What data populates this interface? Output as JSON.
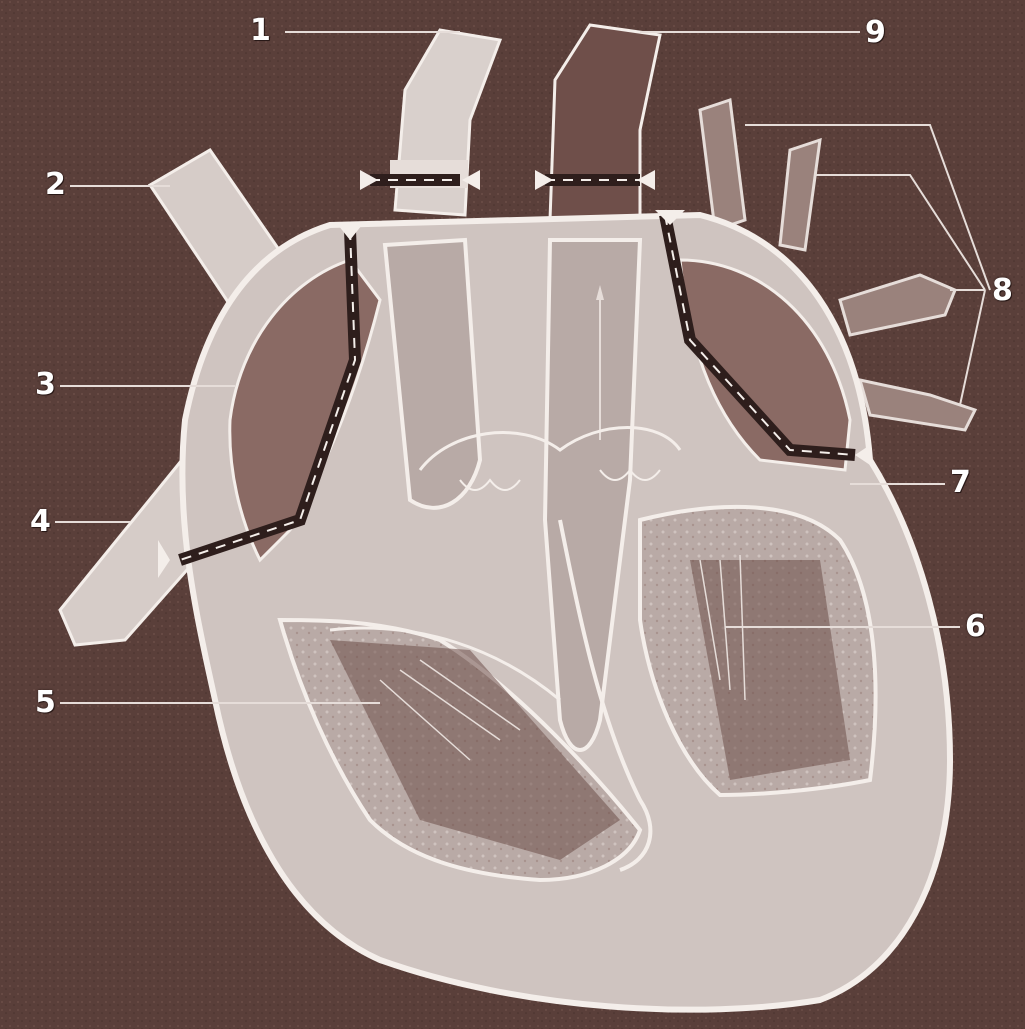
{
  "figure": {
    "callouts": [
      {
        "id": "1",
        "text": "1"
      },
      {
        "id": "2",
        "text": "2"
      },
      {
        "id": "3",
        "text": "3"
      },
      {
        "id": "4",
        "text": "4"
      },
      {
        "id": "5",
        "text": "5"
      },
      {
        "id": "6",
        "text": "6"
      },
      {
        "id": "7",
        "text": "7"
      },
      {
        "id": "8",
        "text": "8"
      },
      {
        "id": "9",
        "text": "9"
      }
    ]
  },
  "colors": {
    "background": "#5a3f3a",
    "tissue": "#d9cfcb",
    "outline": "#f4eeea",
    "chamber": "#8a6a64",
    "dark_vessel": "#6f4f4a"
  }
}
